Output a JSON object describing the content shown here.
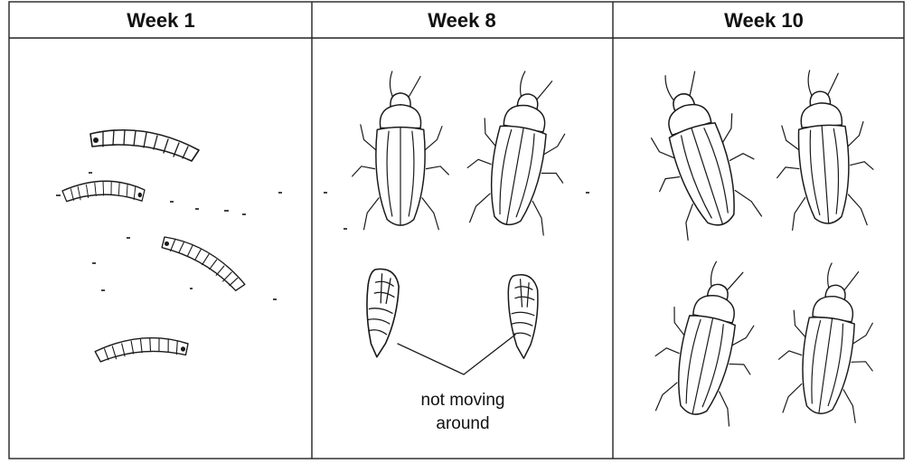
{
  "columns": [
    {
      "heading": "Week 1",
      "content": "larvae"
    },
    {
      "heading": "Week 8",
      "content": "beetles and pupae"
    },
    {
      "heading": "Week 10",
      "content": "beetles"
    }
  ],
  "annotation": {
    "line1": "not moving",
    "line2": "around"
  }
}
